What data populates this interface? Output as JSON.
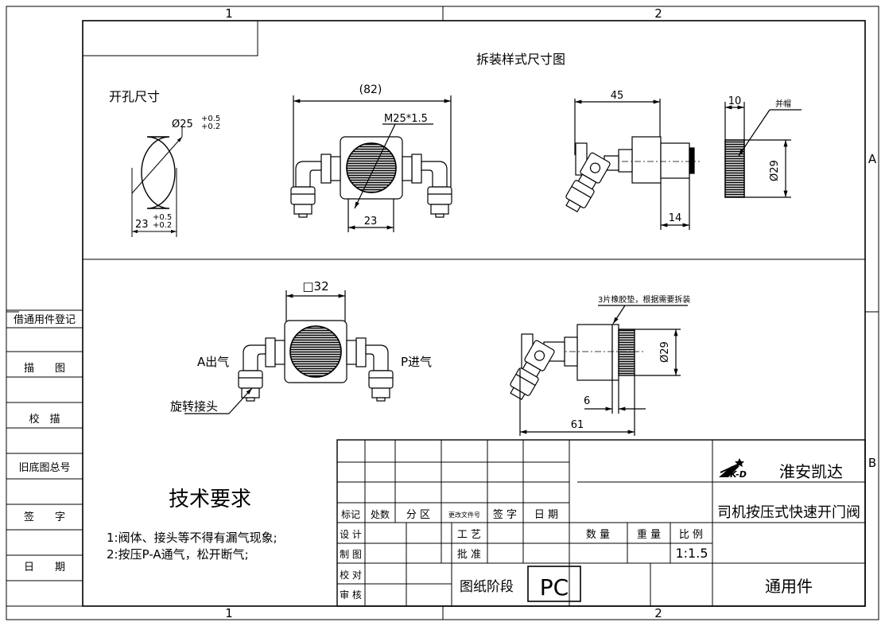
{
  "border": {
    "top_zones": [
      "1",
      "2"
    ],
    "bottom_zones": [
      "1",
      "2"
    ],
    "right_zones": [
      "A",
      "B"
    ]
  },
  "top_view": {
    "title": "拆装样式尺寸图",
    "hole_label": "开孔尺寸",
    "hole_dia": "Ø25",
    "hole_dia_tol_up": "+0.5",
    "hole_dia_tol_down": "+0.2",
    "hole_width": "23",
    "hole_width_tol_up": "+0.5",
    "hole_width_tol_down": "+0.2",
    "overall_length": "(82)",
    "thread": "M25*1.5",
    "body_width": "23",
    "side_length": "45",
    "side_offset": "14",
    "nut_width": "10",
    "nut_label": "并帽",
    "side_dia": "Ø29"
  },
  "bottom_view": {
    "square": "□32",
    "outlet": "A出气",
    "inlet": "P进气",
    "swivel": "旋转接头",
    "washer_note": "3片橡胶垫，根据需要拆装",
    "dia": "Ø29",
    "gap": "6",
    "length": "61"
  },
  "left_stamps": [
    "借通用件登记",
    "描　　图",
    "校　描",
    "旧底图总号",
    "签　　字",
    "日　　期"
  ],
  "tech": {
    "title": "技术要求",
    "notes": [
      "1:阀体、接头等不得有漏气现象;",
      "2:按压P-A通气，松开断气;"
    ]
  },
  "title_block": {
    "headers": [
      "标记",
      "处数",
      "分 区",
      "更改文件号",
      "签 字",
      "日 期"
    ],
    "design": "设 计",
    "drawing": "制 图",
    "check": "校 对",
    "review": "审 核",
    "process": "工 艺",
    "approve": "批 准",
    "stage_label": "图纸阶段",
    "stage": "PC",
    "quantity": "数 量",
    "weight": "重 量",
    "scale_label": "比 例",
    "scale": "1:1.5",
    "logo": "K-D",
    "company": "淮安凯达",
    "product": "司机按压式快速开门阀",
    "category": "通用件"
  }
}
